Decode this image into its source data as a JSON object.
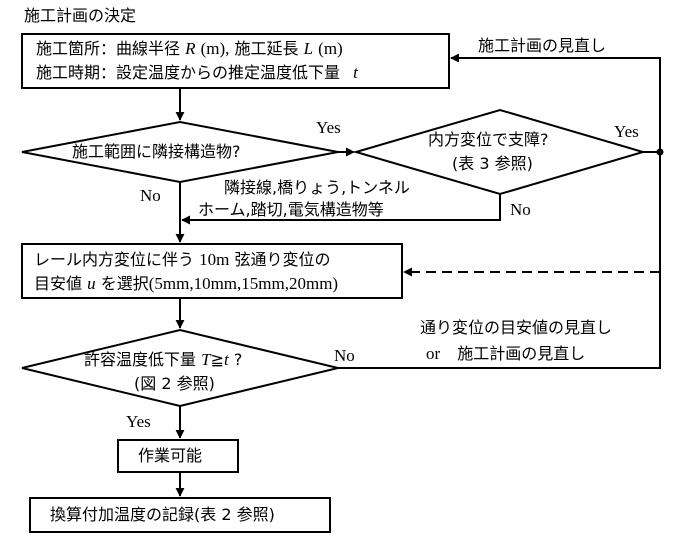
{
  "title": "施工計画の決定",
  "box1": {
    "line1_a": "施工箇所：曲線半径",
    "line1_var1": "R",
    "line1_unit1": "(m),",
    "line1_b": "施工延長",
    "line1_var2": "L",
    "line1_unit2": "(m)",
    "line2_a": "施工時期：設定温度からの推定温度低下量",
    "line2_var": "t"
  },
  "loop_top_label": "施工計画の見直し",
  "decision1": {
    "text": "施工範囲に隣接構造物?",
    "yes": "Yes",
    "no": "No"
  },
  "decision2": {
    "line1": "内方変位で支障?",
    "line2": "(表 3 参照)",
    "yes": "Yes",
    "no": "No"
  },
  "adjacent_note": {
    "line1": "隣接線,橋りょう,トンネル",
    "line2": "ホーム,踏切,電気構造物等"
  },
  "box2": {
    "line1_a": "レール内方変位に伴う",
    "line1_num": "10m",
    "line1_b": "弦通り変位の",
    "line2_a": "目安値",
    "line2_var": "u",
    "line2_b": "を選択",
    "line2_c": "(5mm,10mm,15mm,20mm)"
  },
  "decision3": {
    "line1_a": "許容温度低下量",
    "line1_var1": "T",
    "line1_op": "≧",
    "line1_var2": "t",
    "line1_q": "?",
    "line2": "(図 2 参照)",
    "yes": "Yes",
    "no": "No"
  },
  "loop_right_label": {
    "line1": "通り変位の目安値の見直し",
    "line2_a": "or",
    "line2_b": "施工計画の見直し"
  },
  "box3": {
    "text": "作業可能"
  },
  "box4": {
    "text": "換算付加温度の記録(表 2 参照)"
  }
}
